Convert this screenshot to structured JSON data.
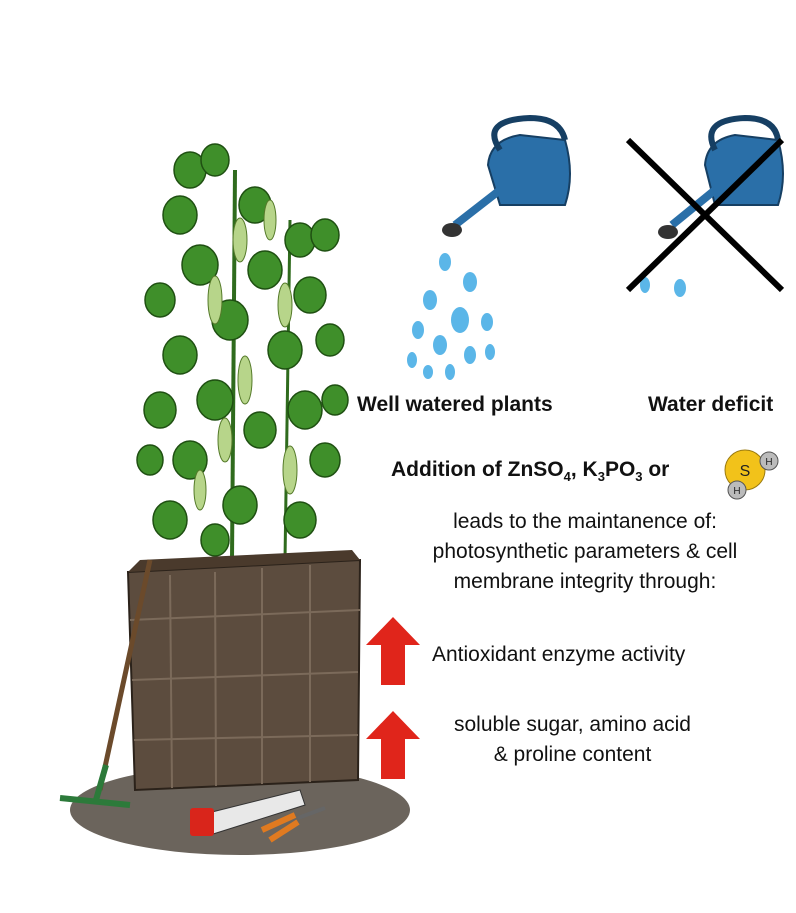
{
  "labels": {
    "well_watered": "Well watered plants",
    "water_deficit": "Water deficit"
  },
  "addition": {
    "prefix": "Addition of ZnSO",
    "sub1": "4",
    "mid1": ", K",
    "sub2": "3",
    "mid2": "PO",
    "sub3": "3",
    "suffix": " or",
    "molecule_atoms": [
      "S",
      "H",
      "H"
    ]
  },
  "effect_lines": [
    "leads to the maintanence of:",
    "photosynthetic parameters & cell",
    "membrane integrity through:"
  ],
  "outcomes": [
    {
      "icon": "up-arrow-icon",
      "lines": [
        "Antioxidant enzyme activity"
      ]
    },
    {
      "icon": "up-arrow-icon",
      "lines": [
        "soluble sugar, amino acid",
        "& proline content"
      ]
    }
  ],
  "colors": {
    "arrow": "#e0251b",
    "can": "#2a6fa8",
    "water": "#5bb6e8",
    "leaf": "#3f8f2a",
    "box": "#5a4a3c",
    "molecule": "#f2c21a"
  }
}
